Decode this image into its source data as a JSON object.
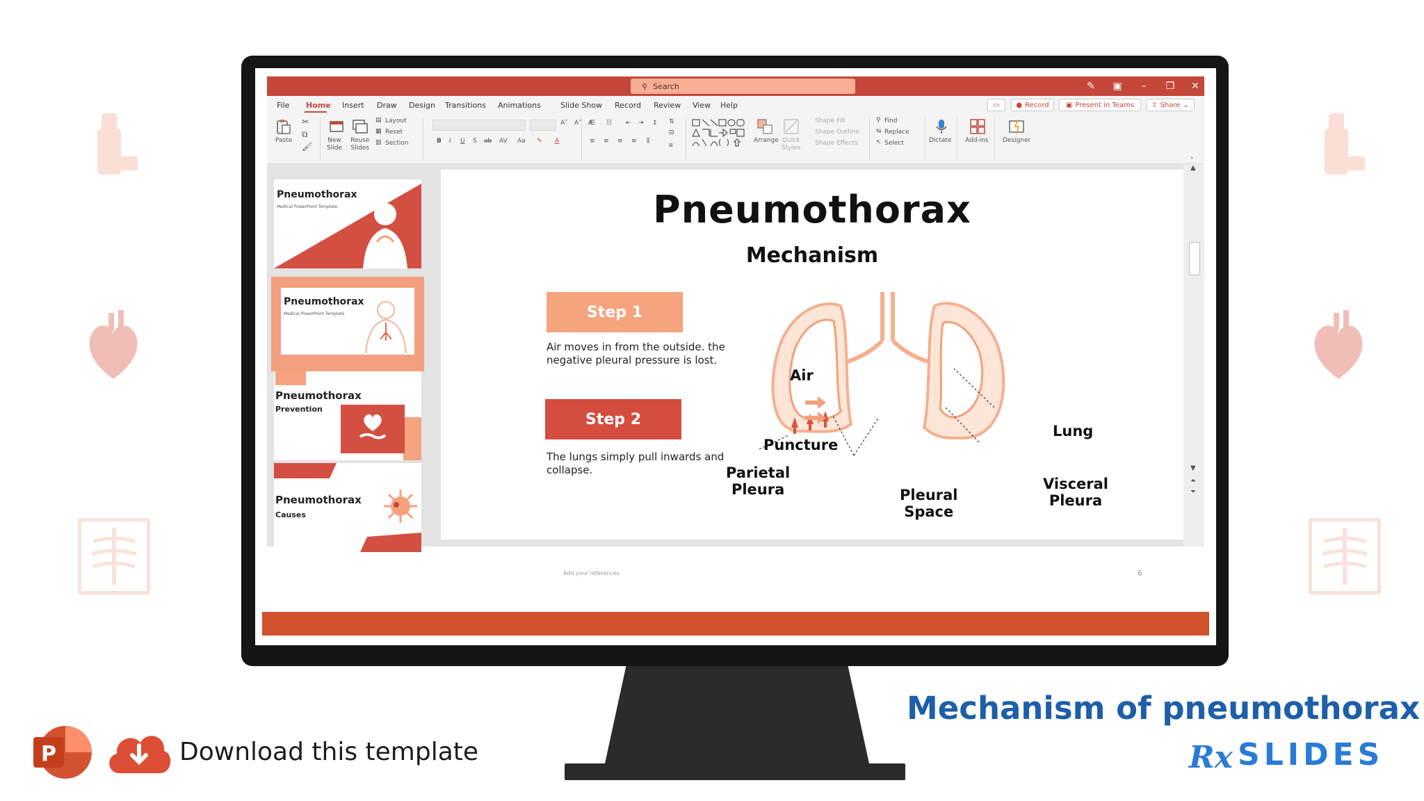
{
  "colors": {
    "accent": "#c4473a",
    "accent_light": "#f6ae95",
    "status_bar": "#d2512d",
    "step1": "#f6a47d",
    "step2": "#d44d3f",
    "caption": "#1d5fa8",
    "brand": "#2a7bd6"
  },
  "window": {
    "search_placeholder": "Search",
    "controls": [
      "pen-icon",
      "ribbon-display-icon",
      "minimize-icon",
      "restore-icon",
      "close-icon"
    ]
  },
  "menu": {
    "tabs": [
      "File",
      "Home",
      "Insert",
      "Draw",
      "Design",
      "Transitions",
      "Animations",
      "Slide Show",
      "Record",
      "Review",
      "View",
      "Help"
    ],
    "active_tab": "Home",
    "record_label": "Record",
    "present_label": "Present in Teams",
    "share_label": "Share"
  },
  "ribbon": {
    "paste": "Paste",
    "new_slide": "New\nSlide",
    "reuse_slides": "Reuse\nSlides",
    "layout": "Layout",
    "reset": "Reset",
    "section": "Section",
    "arrange": "Arrange",
    "quick_styles": "Quick\nStyles",
    "shape_fill": "Shape Fill",
    "shape_outline": "Shape Outline",
    "shape_effects": "Shape Effects",
    "find": "Find",
    "replace": "Replace",
    "select": "Select",
    "dictate": "Dictate",
    "add_ins": "Add-ins",
    "designer": "Designer"
  },
  "thumbnails": [
    {
      "title": "Pneumothorax",
      "subtitle": "Medical PowerPoint Template"
    },
    {
      "title": "Pneumothorax",
      "subtitle": "Medical PowerPoint Template"
    },
    {
      "title": "Pneumothorax",
      "subtitle": "Prevention"
    },
    {
      "title": "Pneumothorax",
      "subtitle": "Causes"
    }
  ],
  "slide": {
    "title": "Pneumothorax",
    "subtitle": "Mechanism",
    "step1_label": "Step 1",
    "step1_text": "Air moves in from the outside. the negative pleural pressure is lost.",
    "step2_label": "Step 2",
    "step2_text": "The lungs simply pull inwards and collapse.",
    "labels": {
      "air": "Air",
      "puncture": "Puncture",
      "parietal_pleura": "Parietal\nPleura",
      "pleural_space": "Pleural\nSpace",
      "lung": "Lung",
      "visceral_pleura": "Visceral\nPleura"
    },
    "references": "Add your references",
    "page_number": "6"
  },
  "footer": {
    "download_text": "Download this template",
    "caption": "Mechanism of pneumothorax",
    "brand_rx": "Rx",
    "brand_name": "SLIDES"
  }
}
